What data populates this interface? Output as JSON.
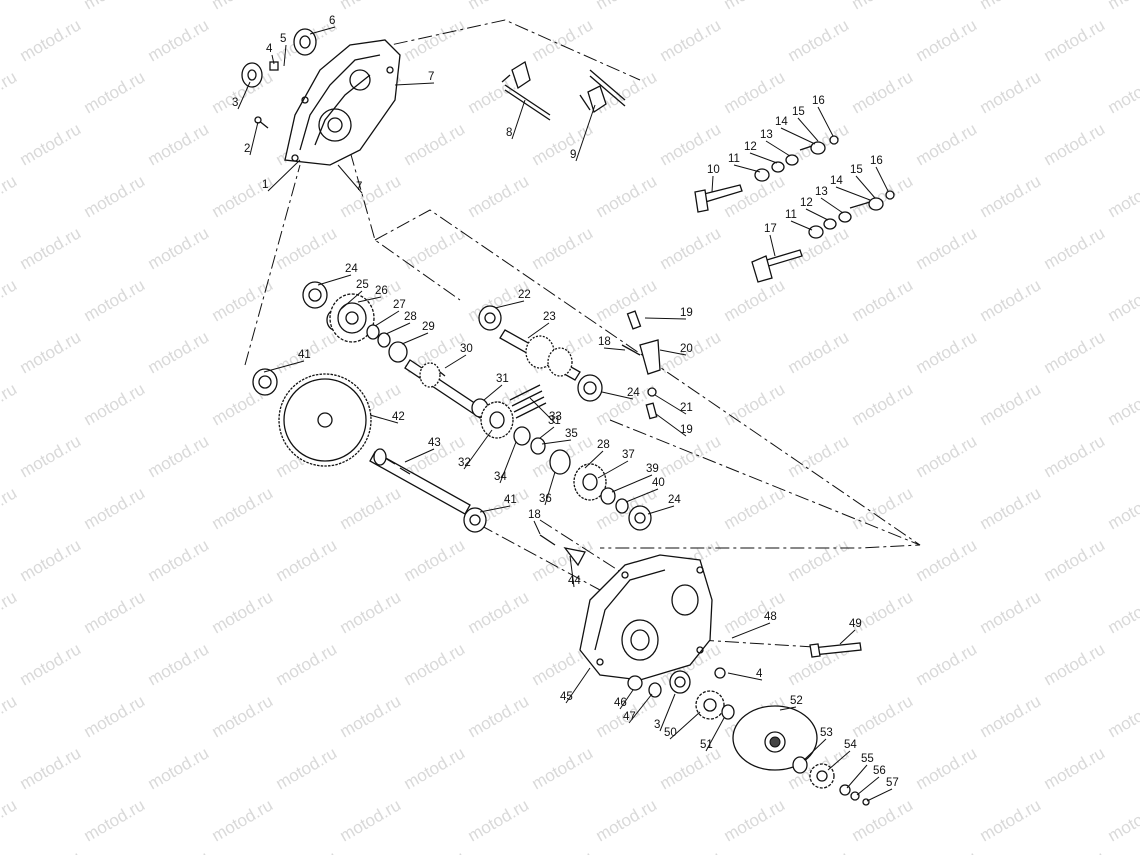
{
  "watermark": "motod.ru",
  "callouts": [
    "1",
    "2",
    "3",
    "4",
    "5",
    "6",
    "7",
    "7",
    "8",
    "9",
    "10",
    "11",
    "12",
    "13",
    "14",
    "15",
    "16",
    "11",
    "12",
    "13",
    "14",
    "15",
    "16",
    "17",
    "18",
    "19",
    "19",
    "20",
    "21",
    "22",
    "23",
    "24",
    "24",
    "24",
    "25",
    "26",
    "27",
    "28",
    "28",
    "29",
    "30",
    "31",
    "31",
    "32",
    "33",
    "34",
    "35",
    "36",
    "37",
    "39",
    "40",
    "41",
    "41",
    "42",
    "43",
    "44",
    "45",
    "46",
    "47",
    "3",
    "4",
    "48",
    "49",
    "50",
    "51",
    "52",
    "53",
    "54",
    "55",
    "56",
    "57",
    "18"
  ]
}
